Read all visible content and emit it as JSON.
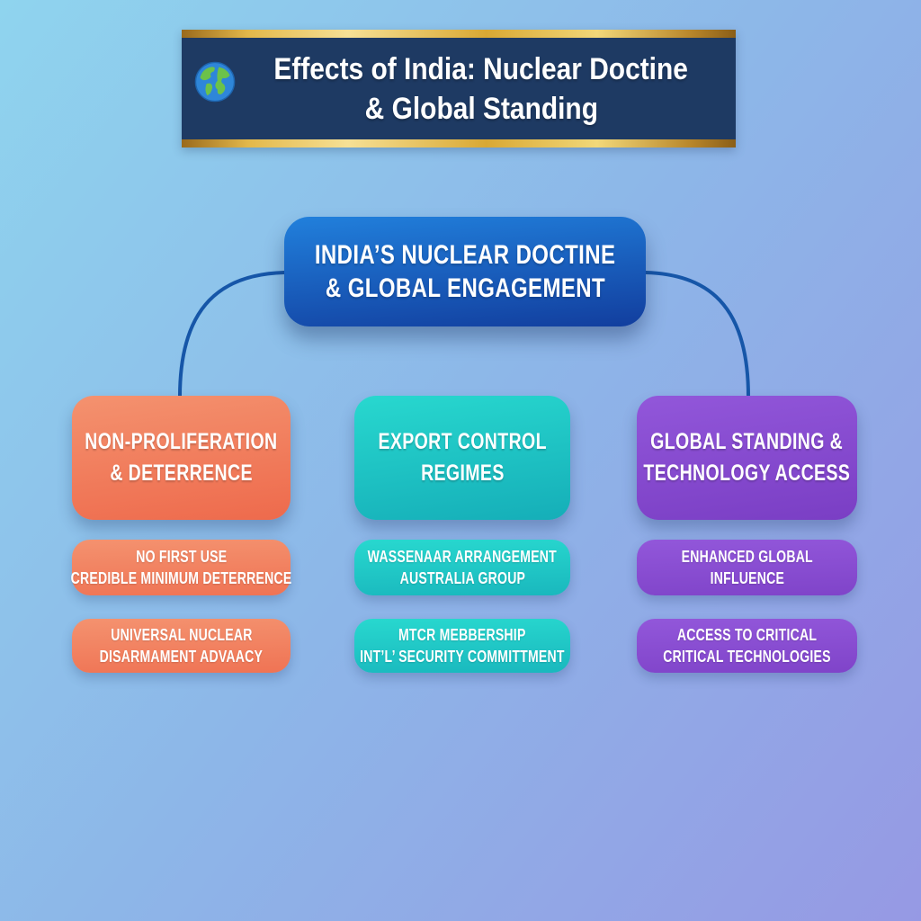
{
  "page": {
    "bg_start": "#8fd4ee",
    "bg_mid": "#8db6e8",
    "bg_end": "#9699e4",
    "connector_color": "#1656a8"
  },
  "header": {
    "icon": "globe-icon",
    "title_line1": "Effects of India: Nuclear Doctine",
    "title_line2": "& Global Standing",
    "bg_color": "#1e3a63",
    "gold_color": "#e3b84a"
  },
  "root": {
    "line1": "INDIA’S NUCLEAR DOCTINE",
    "line2": "& GLOBAL ENGAGEMENT",
    "color_top": "#2180dc",
    "color_bottom": "#123e9e"
  },
  "columns": [
    {
      "id": "non-proliferation-deterrence",
      "title_line1": "NON-PROLIFERATION",
      "title_line2": "& DETERRENCE",
      "color_top": "#f4926f",
      "color_bottom": "#ee6a4c",
      "items": [
        {
          "line1": "NO FIRST USE",
          "line2": "CREDIBLE MINIMUM DETERRENCE"
        },
        {
          "line1": "UNIVERSAL NUCLEAR",
          "line2": "DISARMAMENT ADVAACY"
        }
      ]
    },
    {
      "id": "export-control-regimes",
      "title_line1": "EXPORT CONTROL",
      "title_line2": "REGIMES",
      "color_top": "#28d8cf",
      "color_bottom": "#15aeb8",
      "items": [
        {
          "line1": "WASSENAAR ARRANGEMENT",
          "line2": "AUSTRALIA GROUP"
        },
        {
          "line1": "MTCR MEBBERSHIP",
          "line2": "INT’L’ SECURITY COMMITTMENT"
        }
      ]
    },
    {
      "id": "global-standing-technology-access",
      "title_line1": "GLOBAL STANDING &",
      "title_line2": "TECHNOLOGY ACCESS",
      "color_top": "#9257da",
      "color_bottom": "#7a3ec4",
      "items": [
        {
          "line1": "ENHANCED GLOBAL",
          "line2": "INFLUENCE"
        },
        {
          "line1": "ACCESS TO CRITICAL",
          "line2": "CRITICAL TECHNOLOGIES"
        }
      ]
    }
  ]
}
